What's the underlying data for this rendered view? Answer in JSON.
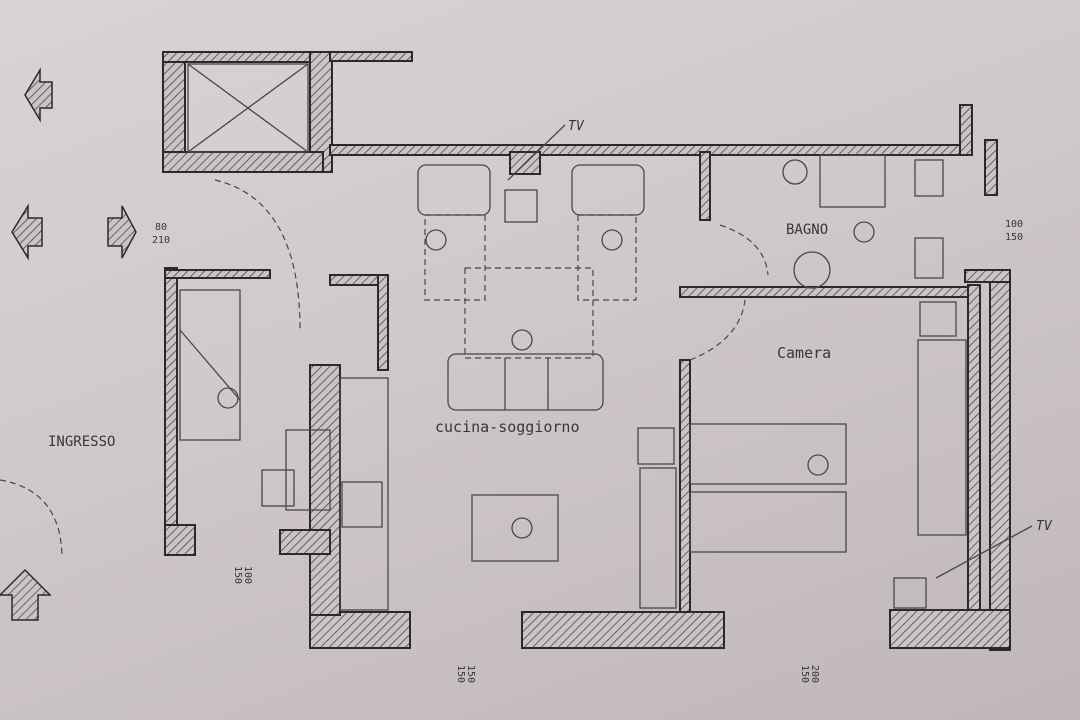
{
  "title": "Floor plan",
  "rooms": {
    "ingresso": "INGRESSO",
    "cucina": "cucina-soggiorno",
    "bagno": "BAGNO",
    "camera": "Camera"
  },
  "annotations": {
    "tv_top": "TV",
    "tv_right": "TV",
    "door_entry_top": "80",
    "door_entry_bottom": "210",
    "window_bagno_top": "100",
    "window_bagno_bottom": "150",
    "window_left_top": "100",
    "window_left_bottom": "150",
    "window_kitchen_top": "150",
    "window_kitchen_bottom": "150",
    "window_camera_top": "200",
    "window_camera_bottom": "150"
  }
}
